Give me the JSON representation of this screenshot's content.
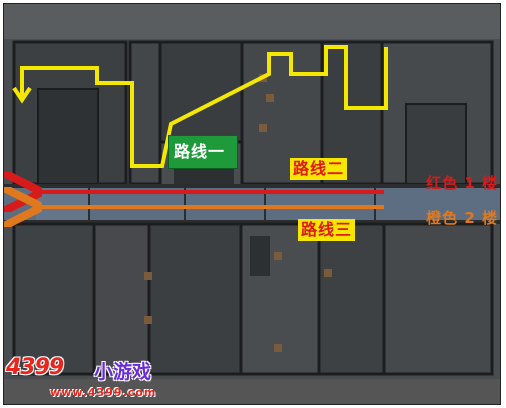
{
  "routes": {
    "route_one": "路线一",
    "route_two": "路线二",
    "route_three": "路线三"
  },
  "floors": {
    "red": "红色 1 楼",
    "orange": "橙色 2 楼"
  },
  "watermark": {
    "logo": "4399",
    "name": "小游戏",
    "url": "www.4399.com"
  },
  "colors": {
    "route_one_line": "#f5e800",
    "route_two_line": "#d81a1a",
    "route_three_line": "#e0781e",
    "route_one_box": "#1f9a3a",
    "label_bg": "#f7e600"
  }
}
